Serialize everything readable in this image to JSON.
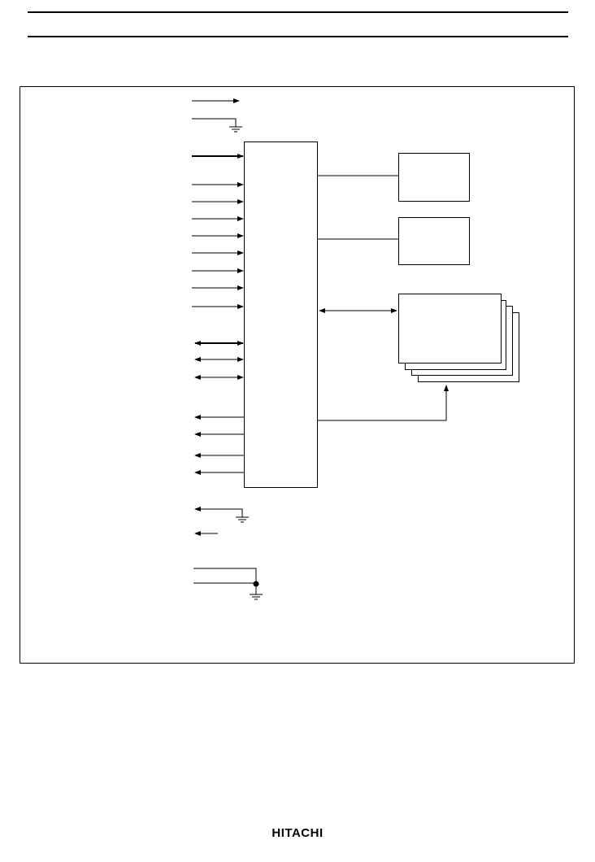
{
  "header": {},
  "diagram": {
    "blocks": [
      {
        "id": "controller",
        "label": ""
      },
      {
        "id": "memory-a",
        "label": ""
      },
      {
        "id": "memory-b",
        "label": ""
      },
      {
        "id": "memory-bank-stack",
        "label": ""
      }
    ],
    "signal_labels": []
  },
  "footer": {
    "brand": "HITACHI"
  },
  "colors": {
    "ink": "#000000",
    "paper": "#ffffff"
  }
}
